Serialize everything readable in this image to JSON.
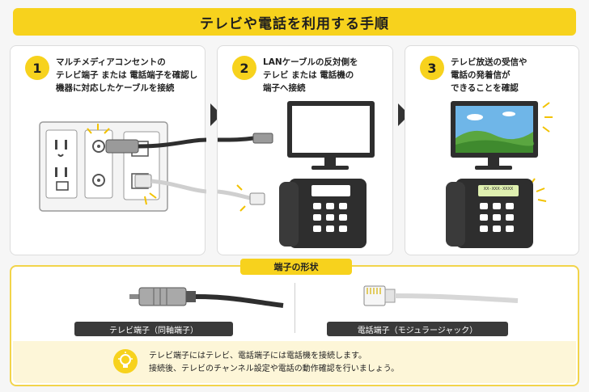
{
  "title": "テレビや電話を利用する手順",
  "steps": [
    {
      "number": "1",
      "lines": [
        "マルチメディアコンセントの",
        "テレビ端子 または 電話端子を確認し",
        "機器に対応したケーブルを接続"
      ]
    },
    {
      "number": "2",
      "lines": [
        "LANケーブルの反対側を",
        "テレビ または 電話機の",
        "端子へ接続"
      ]
    },
    {
      "number": "3",
      "lines": [
        "テレビ放送の受信や",
        "電話の発着信が",
        "できることを確認"
      ]
    }
  ],
  "phone_display_text": "XX-XXX-XXXX",
  "shapes_section": {
    "heading": "端子の形状",
    "tv_label": "テレビ端子（同軸端子）",
    "phone_label": "電話端子（モジュラージャック）"
  },
  "tip": {
    "lines": [
      "テレビ端子にはテレビ、電話端子には電話機を接続します。",
      "接続後、テレビのチャンネル設定や電話の動作確認を行いましょう。"
    ]
  }
}
